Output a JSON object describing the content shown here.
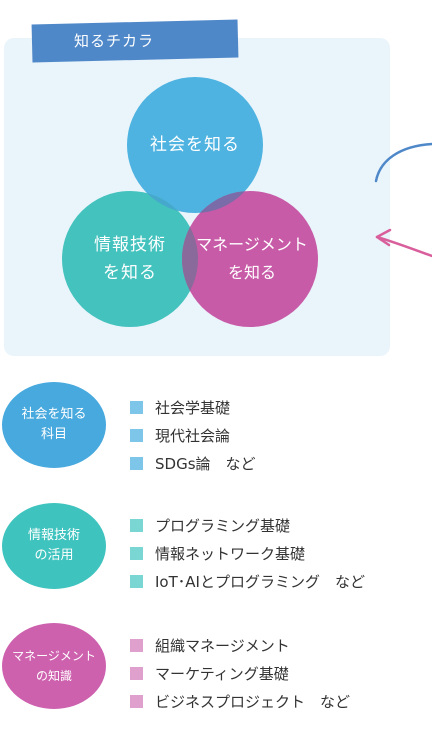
{
  "header": {
    "ribbon_label": "知るチカラ"
  },
  "venn": {
    "circles": [
      {
        "label_lines": [
          "社会を知る"
        ],
        "color": "#4eb3e0"
      },
      {
        "label_lines": [
          "情報技術",
          "を知る"
        ],
        "color": "#43c2be"
      },
      {
        "label_lines": [
          "マネージメント",
          "を知る"
        ],
        "color": "#c85ba8"
      }
    ],
    "overlap_color": "#7a6ca8"
  },
  "categories": [
    {
      "title_lines": [
        "社会を知る",
        "科目"
      ],
      "color": "#48a9de",
      "bullet_color": "#7ec5ea",
      "items": [
        "社会学基礎",
        "現代社会論",
        "SDGs論　など"
      ]
    },
    {
      "title_lines": [
        "情報技術",
        "の活用"
      ],
      "color": "#3fc3be",
      "bullet_color": "#7ad6d2",
      "items": [
        "プログラミング基礎",
        "情報ネットワーク基礎",
        "IoT･AIとプログラミング　など"
      ]
    },
    {
      "title_lines": [
        "マネージメント",
        "の知識"
      ],
      "color": "#cd61ae",
      "bullet_color": "#dfa0cd",
      "items": [
        "組織マネージメント",
        "マーケティング基礎",
        "ビジネスプロジェクト　など"
      ]
    }
  ],
  "arrows": {
    "color_top": "#4f88c9",
    "color_bottom": "#d95f9c"
  }
}
